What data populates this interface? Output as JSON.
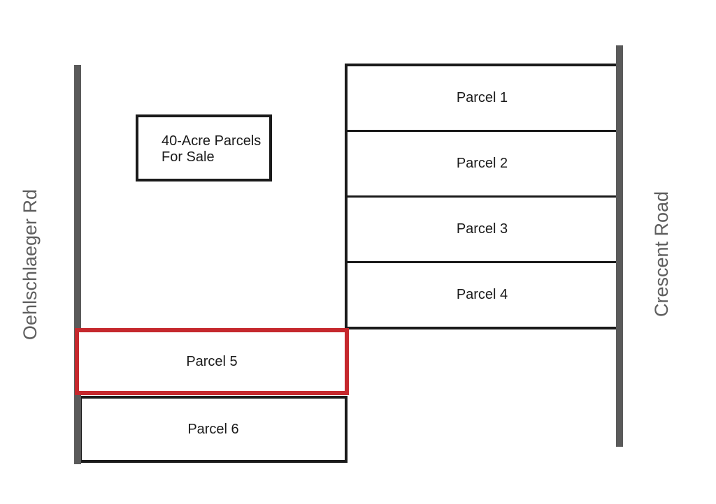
{
  "diagram": {
    "sign": {
      "line1": "40-Acre Parcels",
      "line2": "For Sale"
    },
    "roads": {
      "left_label": "Oehlschlaeger Rd",
      "right_label": "Crescent Road"
    },
    "parcels": [
      {
        "label": "Parcel 1",
        "highlighted": false
      },
      {
        "label": "Parcel 2",
        "highlighted": false
      },
      {
        "label": "Parcel 3",
        "highlighted": false
      },
      {
        "label": "Parcel 4",
        "highlighted": false
      },
      {
        "label": "Parcel 5",
        "highlighted": true
      },
      {
        "label": "Parcel 6",
        "highlighted": false
      }
    ]
  },
  "colors": {
    "background": "#ffffff",
    "road": "#5a5a5a",
    "road_text": "#5e5e5e",
    "line": "#1a1a1a",
    "text": "#1a1a1a",
    "highlight": "#c5282d"
  }
}
